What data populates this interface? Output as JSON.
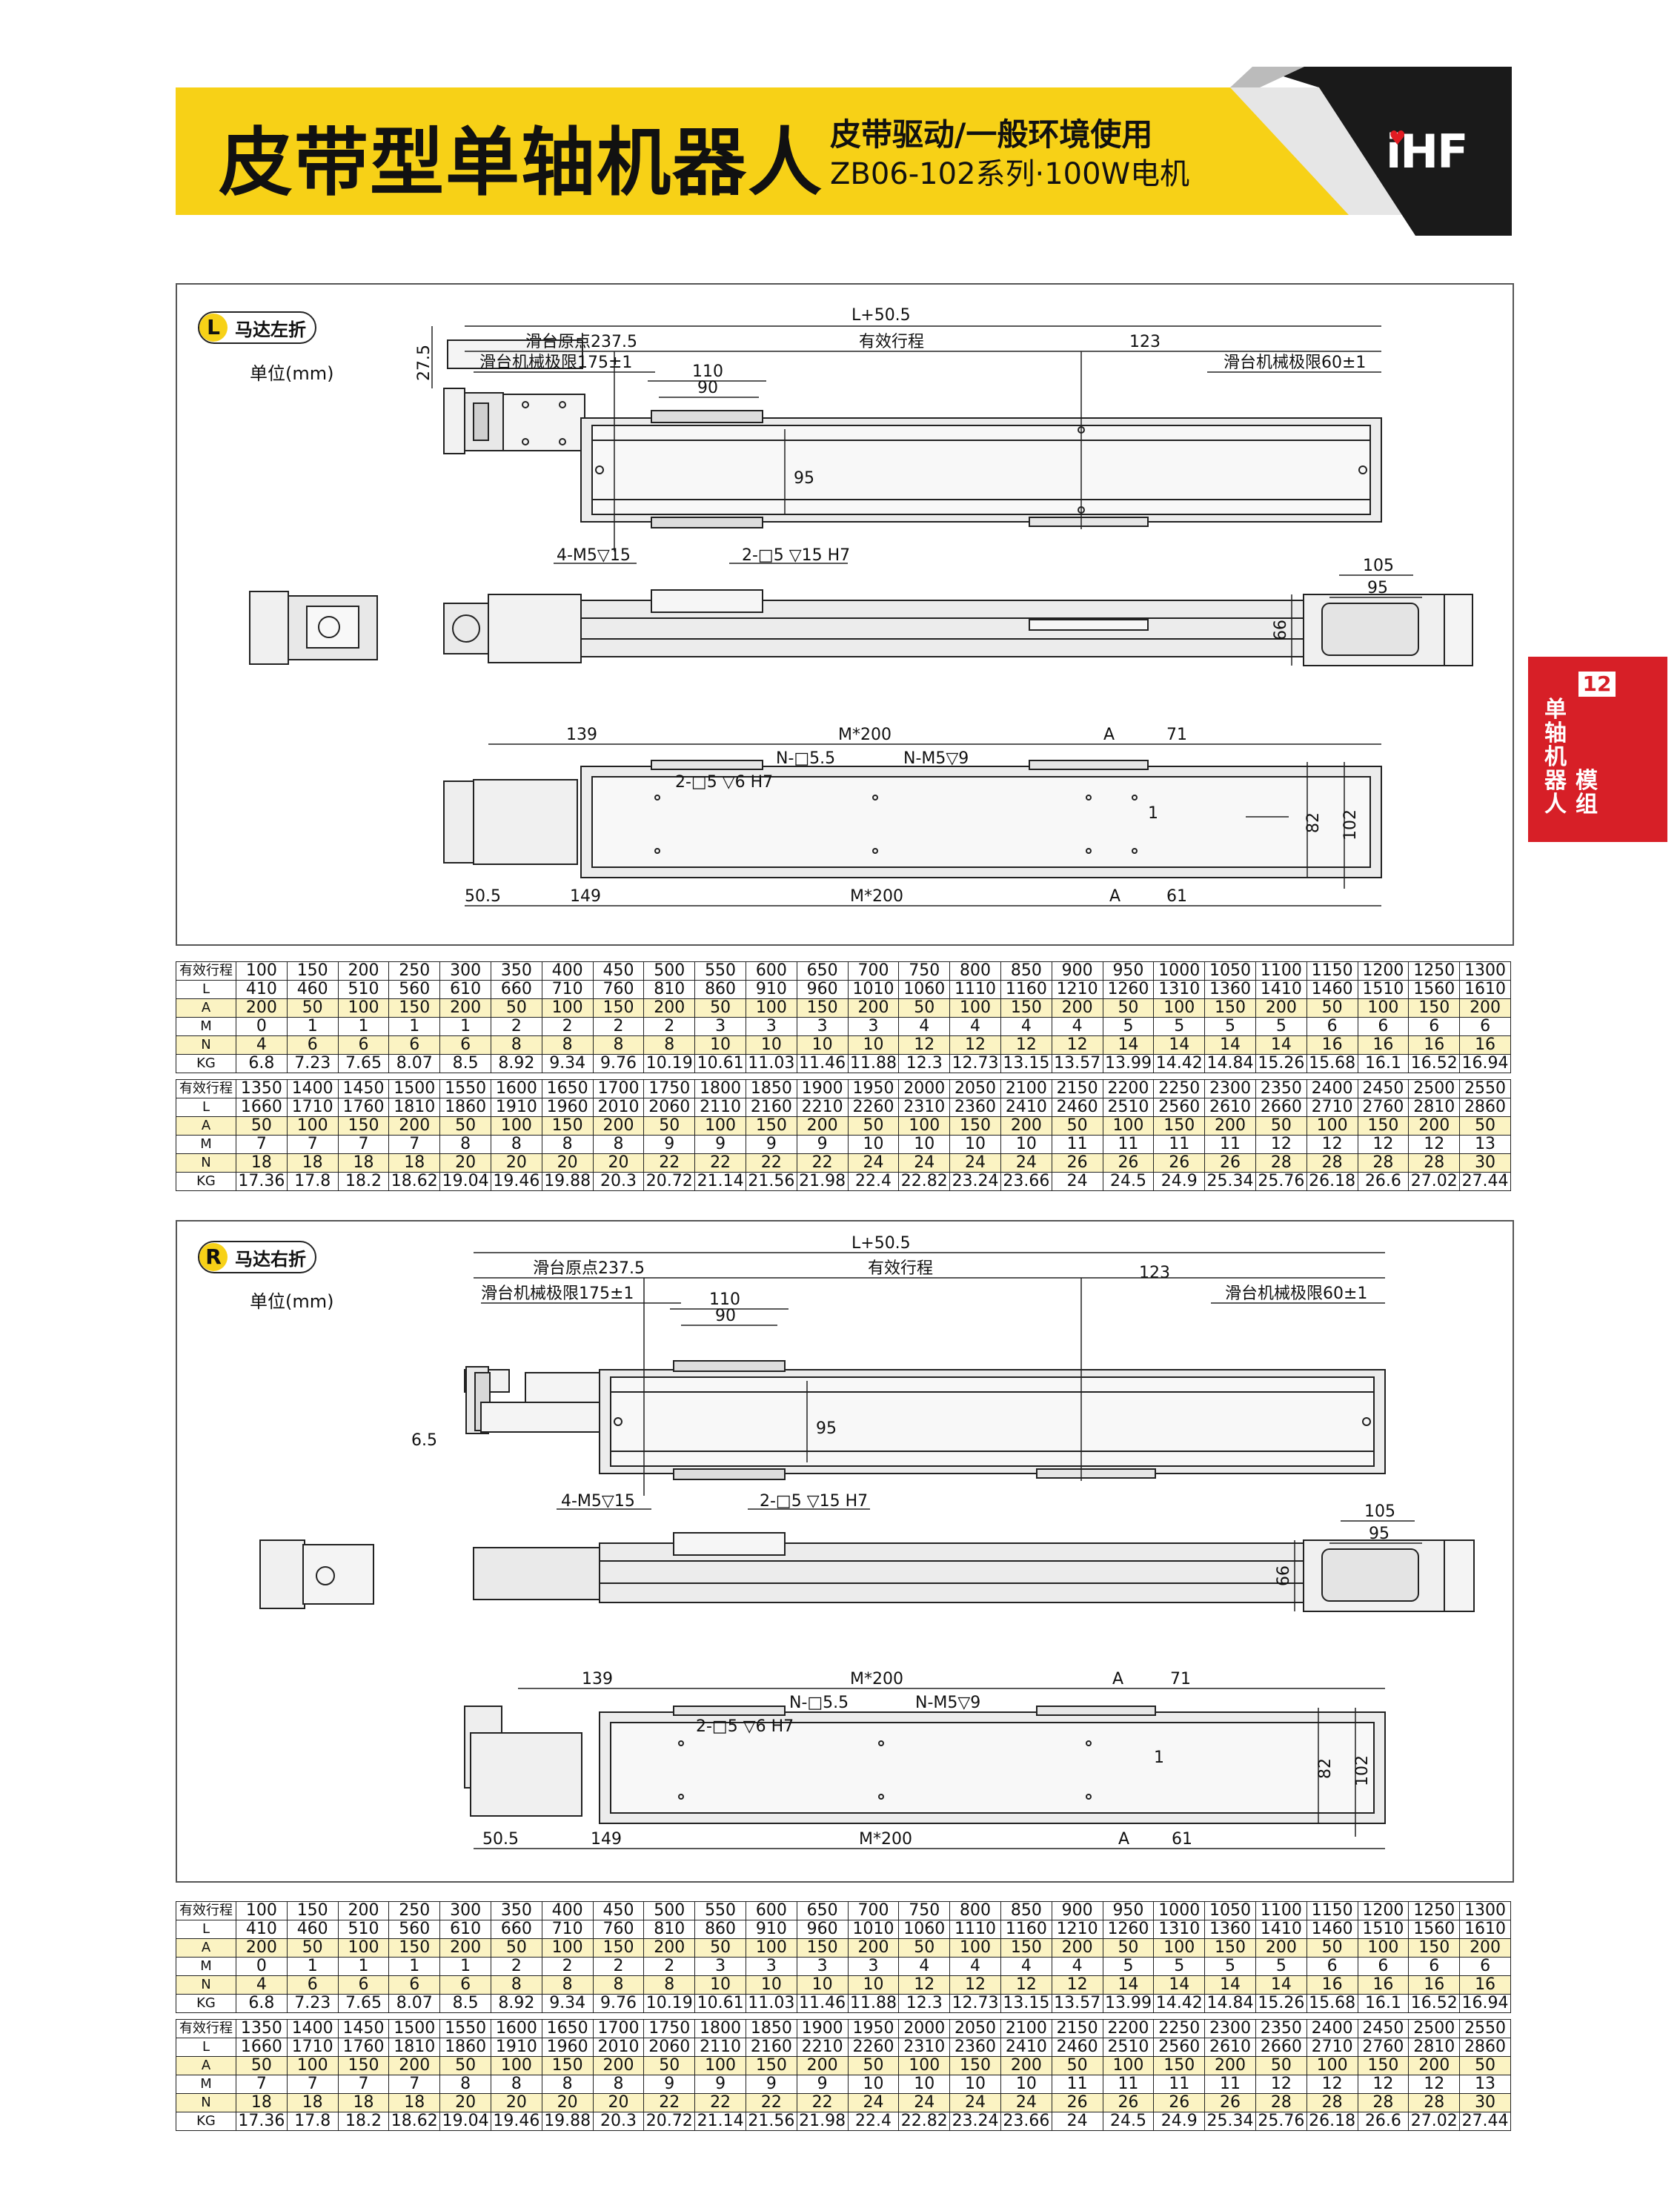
{
  "header": {
    "title": "皮带型单轴机器人",
    "subtitle1": "皮带驱动/一般环境使用",
    "subtitle2": "ZB06-102系列·100W电机",
    "logo": "iHF"
  },
  "side_tab": {
    "page_number": "12",
    "line1": "单轴机器人",
    "line2": "模组"
  },
  "panel_left": {
    "badge_letter": "L",
    "badge_text": "马达左折",
    "unit": "单位(mm)",
    "dims": {
      "total": "L+50.5",
      "origin": "滑台原点237.5",
      "stroke": "有效行程",
      "d123": "123",
      "limit_left": "滑台机械极限175±1",
      "limit_right": "滑台机械极限60±1",
      "d110": "110",
      "d90": "90",
      "d95": "95",
      "d27_5": "27.5",
      "m5": "4-M5▽15",
      "hole_top": "2-□5 ▽15  H7",
      "d105": "105",
      "d95b": "95",
      "d66": "66",
      "d139": "139",
      "m200": "M*200",
      "a": "A",
      "d71": "71",
      "n5": "N-□5.5",
      "nm5": "N-M5▽9",
      "hole_bot": "2-□5 ▽6  H7",
      "d1": "1",
      "d82": "82",
      "d102": "102",
      "d50_5": "50.5",
      "d149": "149",
      "d61": "61"
    }
  },
  "panel_right": {
    "badge_letter": "R",
    "badge_text": "马达右折",
    "unit": "单位(mm)",
    "dims": {
      "total": "L+50.5",
      "origin": "滑台原点237.5",
      "stroke": "有效行程",
      "d123": "123",
      "limit_left": "滑台机械极限175±1",
      "limit_right": "滑台机械极限60±1",
      "d110": "110",
      "d90": "90",
      "d95": "95",
      "d6_5": "6.5",
      "m5": "4-M5▽15",
      "hole_top": "2-□5 ▽15  H7",
      "d105": "105",
      "d95b": "95",
      "d66": "66",
      "d139": "139",
      "m200": "M*200",
      "a": "A",
      "d71": "71",
      "n5": "N-□5.5",
      "nm5": "N-M5▽9",
      "hole_bot": "2-□5 ▽6  H7",
      "d1": "1",
      "d82": "82",
      "d102": "102",
      "d50_5": "50.5",
      "d149": "149",
      "d61": "61"
    }
  },
  "spec_table": {
    "labels": [
      "有效行程",
      "L",
      "A",
      "M",
      "N",
      "KG"
    ],
    "block1": [
      [
        "100",
        "150",
        "200",
        "250",
        "300",
        "350",
        "400",
        "450",
        "500",
        "550",
        "600",
        "650",
        "700",
        "750",
        "800",
        "850",
        "900",
        "950",
        "1000",
        "1050",
        "1100",
        "1150",
        "1200",
        "1250",
        "1300"
      ],
      [
        "410",
        "460",
        "510",
        "560",
        "610",
        "660",
        "710",
        "760",
        "810",
        "860",
        "910",
        "960",
        "1010",
        "1060",
        "1110",
        "1160",
        "1210",
        "1260",
        "1310",
        "1360",
        "1410",
        "1460",
        "1510",
        "1560",
        "1610"
      ],
      [
        "200",
        "50",
        "100",
        "150",
        "200",
        "50",
        "100",
        "150",
        "200",
        "50",
        "100",
        "150",
        "200",
        "50",
        "100",
        "150",
        "200",
        "50",
        "100",
        "150",
        "200",
        "50",
        "100",
        "150",
        "200"
      ],
      [
        "0",
        "1",
        "1",
        "1",
        "1",
        "2",
        "2",
        "2",
        "2",
        "3",
        "3",
        "3",
        "3",
        "4",
        "4",
        "4",
        "4",
        "5",
        "5",
        "5",
        "5",
        "6",
        "6",
        "6",
        "6"
      ],
      [
        "4",
        "6",
        "6",
        "6",
        "6",
        "8",
        "8",
        "8",
        "8",
        "10",
        "10",
        "10",
        "10",
        "12",
        "12",
        "12",
        "12",
        "14",
        "14",
        "14",
        "14",
        "16",
        "16",
        "16",
        "16"
      ],
      [
        "6.8",
        "7.23",
        "7.65",
        "8.07",
        "8.5",
        "8.92",
        "9.34",
        "9.76",
        "10.19",
        "10.61",
        "11.03",
        "11.46",
        "11.88",
        "12.3",
        "12.73",
        "13.15",
        "13.57",
        "13.99",
        "14.42",
        "14.84",
        "15.26",
        "15.68",
        "16.1",
        "16.52",
        "16.94"
      ]
    ],
    "block2": [
      [
        "1350",
        "1400",
        "1450",
        "1500",
        "1550",
        "1600",
        "1650",
        "1700",
        "1750",
        "1800",
        "1850",
        "1900",
        "1950",
        "2000",
        "2050",
        "2100",
        "2150",
        "2200",
        "2250",
        "2300",
        "2350",
        "2400",
        "2450",
        "2500",
        "2550"
      ],
      [
        "1660",
        "1710",
        "1760",
        "1810",
        "1860",
        "1910",
        "1960",
        "2010",
        "2060",
        "2110",
        "2160",
        "2210",
        "2260",
        "2310",
        "2360",
        "2410",
        "2460",
        "2510",
        "2560",
        "2610",
        "2660",
        "2710",
        "2760",
        "2810",
        "2860"
      ],
      [
        "50",
        "100",
        "150",
        "200",
        "50",
        "100",
        "150",
        "200",
        "50",
        "100",
        "150",
        "200",
        "50",
        "100",
        "150",
        "200",
        "50",
        "100",
        "150",
        "200",
        "50",
        "100",
        "150",
        "200",
        "50"
      ],
      [
        "7",
        "7",
        "7",
        "7",
        "8",
        "8",
        "8",
        "8",
        "9",
        "9",
        "9",
        "9",
        "10",
        "10",
        "10",
        "10",
        "11",
        "11",
        "11",
        "11",
        "12",
        "12",
        "12",
        "12",
        "13"
      ],
      [
        "18",
        "18",
        "18",
        "18",
        "20",
        "20",
        "20",
        "20",
        "22",
        "22",
        "22",
        "22",
        "24",
        "24",
        "24",
        "24",
        "26",
        "26",
        "26",
        "26",
        "28",
        "28",
        "28",
        "28",
        "30"
      ],
      [
        "17.36",
        "17.8",
        "18.2",
        "18.62",
        "19.04",
        "19.46",
        "19.88",
        "20.3",
        "20.72",
        "21.14",
        "21.56",
        "21.98",
        "22.4",
        "22.82",
        "23.24",
        "23.66",
        "24",
        "24.5",
        "24.9",
        "25.34",
        "25.76",
        "26.18",
        "26.6",
        "27.02",
        "27.44"
      ]
    ]
  }
}
